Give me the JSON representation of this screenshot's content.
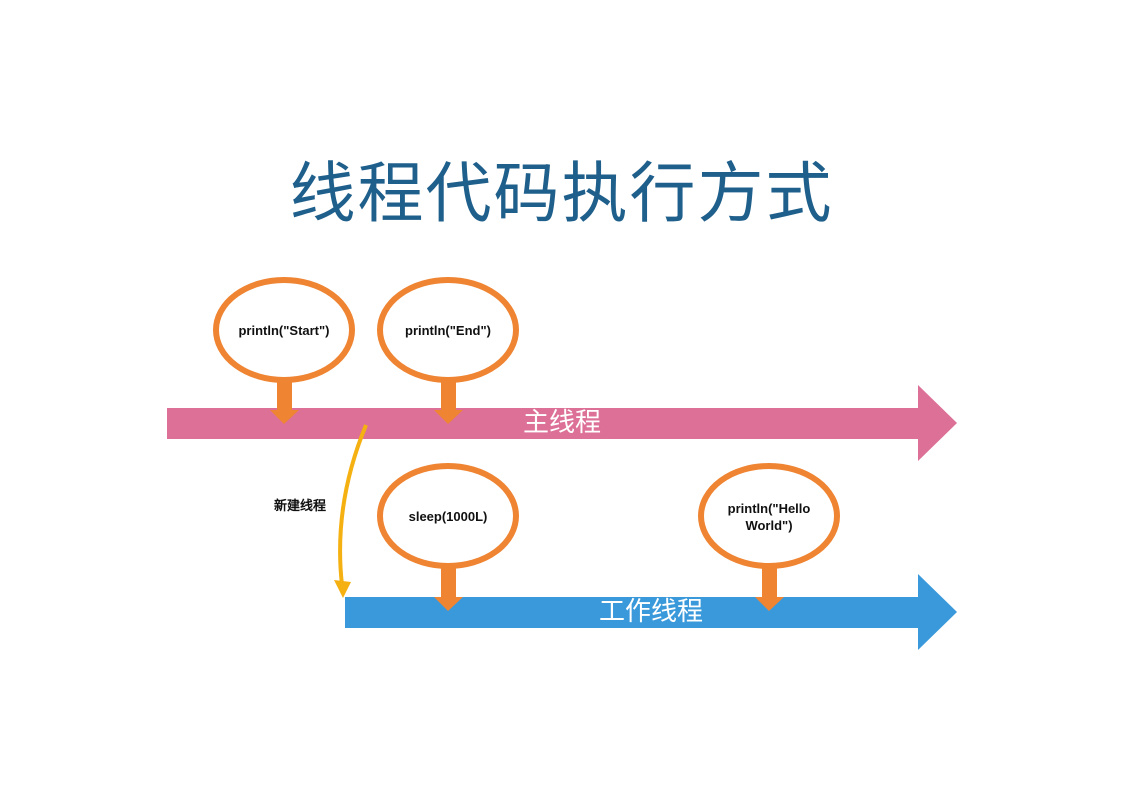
{
  "title": "线程代码执行方式",
  "colors": {
    "title": "#1f5f8b",
    "main_lane": "#dc7096",
    "worker_lane": "#3a99da",
    "bubble_stroke": "#ef8432",
    "branch_arrow": "#f5b111"
  },
  "lanes": {
    "main": {
      "label": "主线程"
    },
    "worker": {
      "label": "工作线程"
    }
  },
  "branch": {
    "label": "新建线程"
  },
  "bubbles": {
    "start": {
      "line1": "println(\"Start\")"
    },
    "end": {
      "line1": "println(\"End\")"
    },
    "sleep": {
      "line1": "sleep(1000L)"
    },
    "hello": {
      "line1": "println(\"Hello",
      "line2": "World\")"
    }
  }
}
